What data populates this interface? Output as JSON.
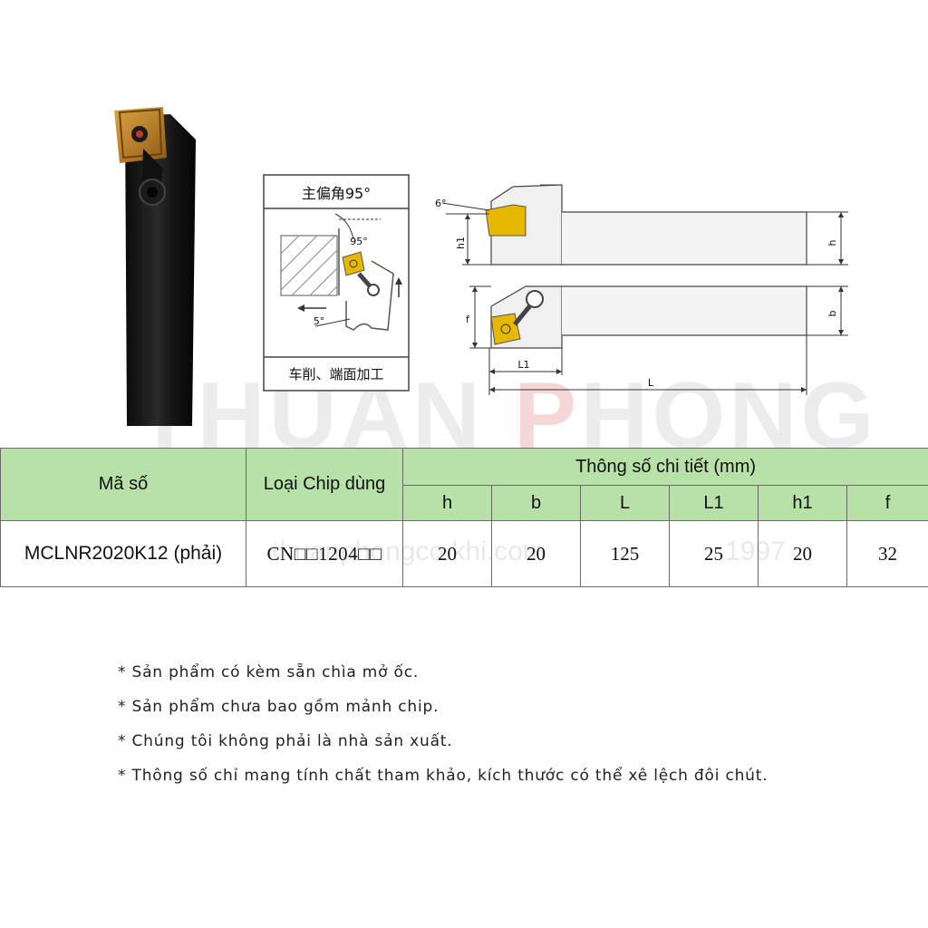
{
  "watermark": {
    "brand_part1": "THUẬN ",
    "brand_accent": "P",
    "brand_part2": "HONG",
    "site": "thuanphongco.khi.com",
    "year": "1997"
  },
  "diagram": {
    "angle_title": "主偏角95°",
    "angle_label": "95°",
    "relief_label": "5°",
    "caption": "车削、端面加工",
    "top_angle": "6°",
    "dim_h": "h",
    "dim_h1": "h1",
    "dim_b": "b",
    "dim_f": "f",
    "dim_L": "L",
    "dim_L1": "L1"
  },
  "table": {
    "col_code": "Mã số",
    "col_chip": "Loại Chip dùng",
    "col_specs": "Thông số chi tiết (mm)",
    "sub_headers": [
      "h",
      "b",
      "L",
      "L1",
      "h1",
      "f"
    ],
    "row": {
      "code": "MCLNR2020K12 (phải)",
      "chip": "CN□□1204□□",
      "values": [
        "20",
        "20",
        "125",
        "25",
        "20",
        "32"
      ]
    }
  },
  "notes": [
    "* Sản phẩm có kèm sẵn chìa mở ốc.",
    "* Sản phẩm chưa bao gồm mảnh chip.",
    "* Chúng tôi không phải là nhà sản xuất.",
    "* Thông số chỉ mang tính chất tham khảo, kích thước có thể xê lệch đôi chút."
  ]
}
